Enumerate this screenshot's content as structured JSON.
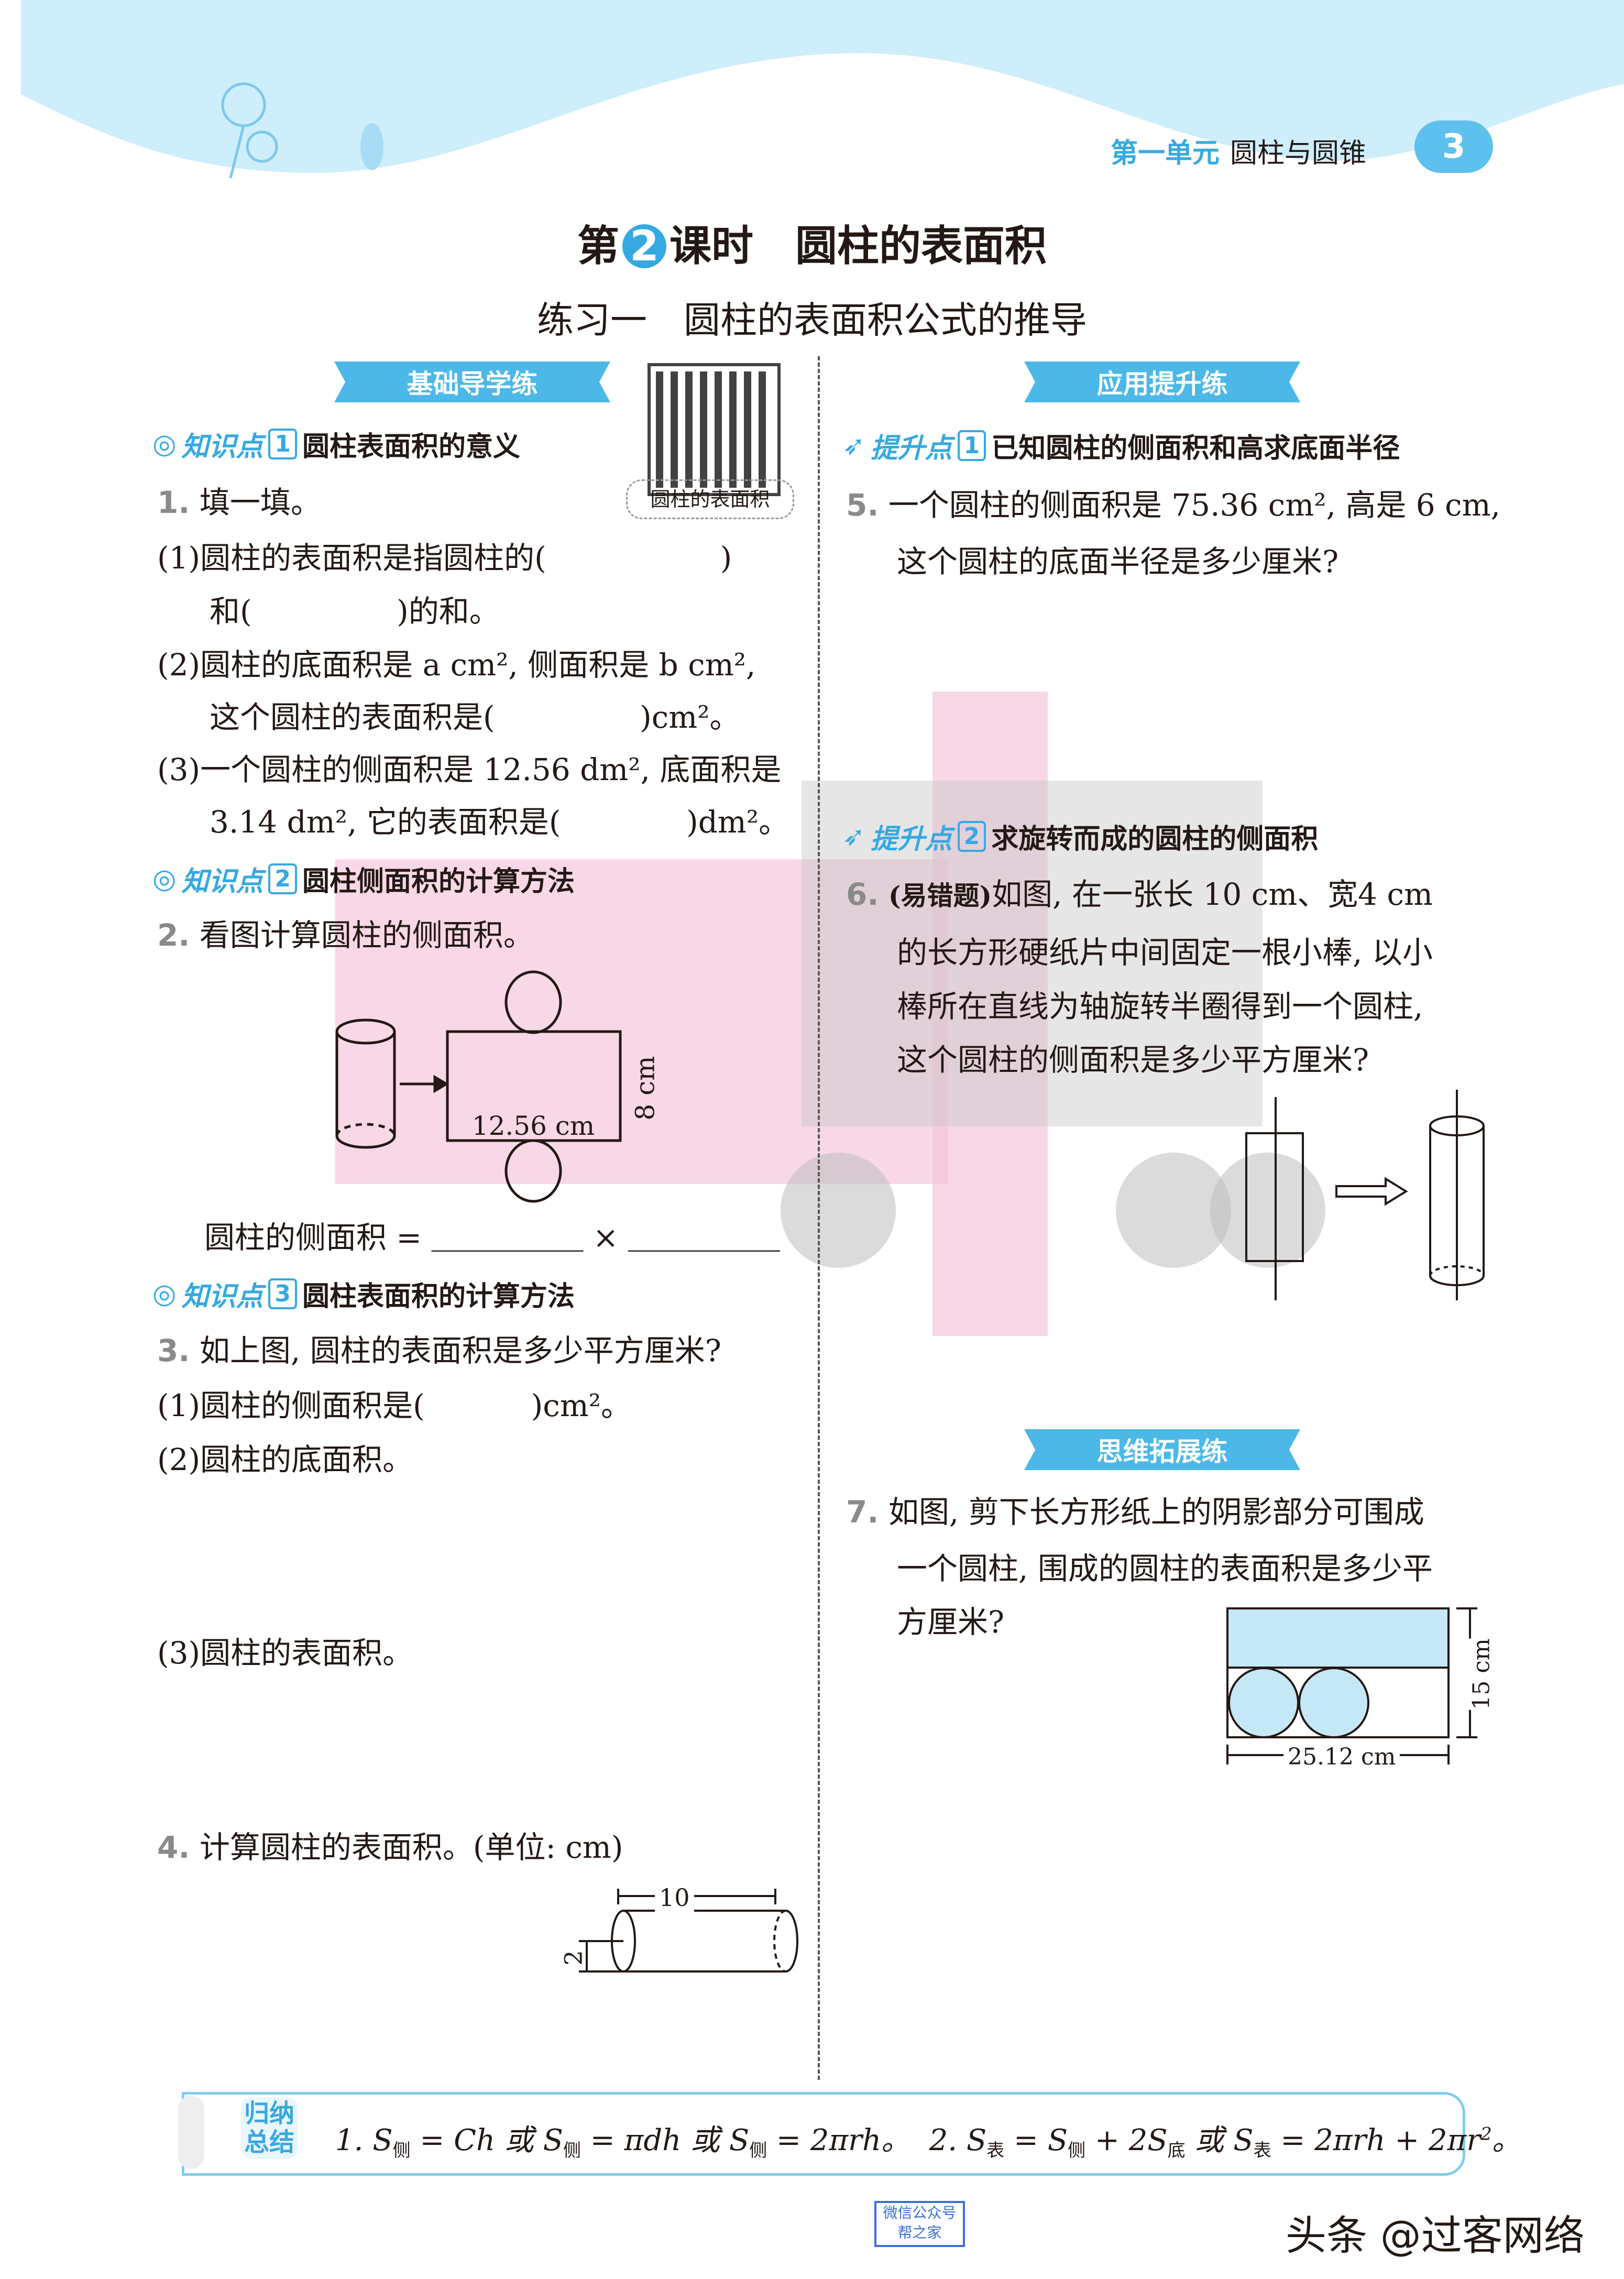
{
  "header": {
    "unit": "第一单元",
    "unit_title": "圆柱与圆锥",
    "page_number": "3",
    "band_color": "#cdeefa",
    "accent": "#36a9e1"
  },
  "title": {
    "pre": "第",
    "lesson_no": "2",
    "post": "课时　圆柱的表面积"
  },
  "subtitle": "练习一　圆柱的表面积公式的推导",
  "qr": {
    "caption": "圆柱的表面积"
  },
  "left": {
    "banner": "基础导学练",
    "kp1": {
      "label": "知识点",
      "no": "1",
      "text": "圆柱表面积的意义"
    },
    "q1": {
      "num": "1.",
      "text": "填一填。",
      "lines": [
        "(1)圆柱的表面积是指圆柱的(                  )",
        "和(               )的和。",
        "(2)圆柱的底面积是 a cm², 侧面积是 b cm²,",
        "这个圆柱的表面积是(               )cm²。",
        "(3)一个圆柱的侧面积是 12.56 dm², 底面积是",
        "3.14 dm², 它的表面积是(             )dm²。"
      ]
    },
    "kp2": {
      "label": "知识点",
      "no": "2",
      "text": "圆柱侧面积的计算方法"
    },
    "q2": {
      "num": "2.",
      "text": "看图计算圆柱的侧面积。",
      "fig_width": "12.56 cm",
      "fig_height": "8 cm",
      "answer": "圆柱的侧面积 = ＿＿＿＿＿ × ＿＿＿＿＿"
    },
    "kp3": {
      "label": "知识点",
      "no": "3",
      "text": "圆柱表面积的计算方法"
    },
    "q3": {
      "num": "3.",
      "text": "如上图, 圆柱的表面积是多少平方厘米?",
      "lines": [
        "(1)圆柱的侧面积是(           )cm²。",
        "(2)圆柱的底面积。",
        "(3)圆柱的表面积。"
      ]
    },
    "q4": {
      "num": "4.",
      "text": "计算圆柱的表面积。(单位: cm)",
      "fig_length": "10",
      "fig_radius": "2"
    }
  },
  "right": {
    "banner": "应用提升练",
    "tp1": {
      "label": "提升点",
      "no": "1",
      "text": "已知圆柱的侧面积和高求底面半径"
    },
    "q5": {
      "num": "5.",
      "lines": [
        "一个圆柱的侧面积是 75.36 cm², 高是 6 cm,",
        "这个圆柱的底面半径是多少厘米?"
      ]
    },
    "tp2": {
      "label": "提升点",
      "no": "2",
      "text": "求旋转而成的圆柱的侧面积"
    },
    "q6": {
      "num": "6.",
      "tag": "(易错题)",
      "lines": [
        "如图, 在一张长 10 cm、宽4 cm",
        "的长方形硬纸片中间固定一根小棒, 以小",
        "棒所在直线为轴旋转半圈得到一个圆柱,",
        "这个圆柱的侧面积是多少平方厘米?"
      ]
    },
    "banner2": "思维拓展练",
    "q7": {
      "num": "7.",
      "lines": [
        "如图, 剪下长方形纸上的阴影部分可围成",
        "一个圆柱, 围成的圆柱的表面积是多少平",
        "方厘米?"
      ],
      "fig_height": "15 cm",
      "fig_width": "25.12 cm"
    }
  },
  "summary": {
    "label": [
      "归纳",
      "总结"
    ],
    "formula": [
      {
        "t": "1. S"
      },
      {
        "sub": "侧"
      },
      {
        "t": " = Ch 或 S"
      },
      {
        "sub": "侧"
      },
      {
        "t": " = πdh 或 S"
      },
      {
        "sub": "侧"
      },
      {
        "t": " = 2πrh。  2. S"
      },
      {
        "sub": "表"
      },
      {
        "t": " = S"
      },
      {
        "sub": "侧"
      },
      {
        "t": " + 2S"
      },
      {
        "sub": "底"
      },
      {
        "t": " 或 S"
      },
      {
        "sub": "表"
      },
      {
        "t": " = 2πrh + 2πr"
      },
      {
        "sup": "2"
      },
      {
        "t": "。"
      }
    ]
  },
  "footer": {
    "stamp": [
      "微信公众号",
      "帮之家"
    ],
    "watermark": "头条 @过客网络"
  }
}
